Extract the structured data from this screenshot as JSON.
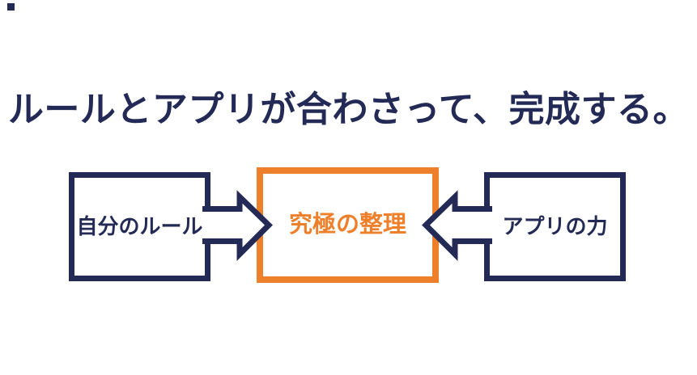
{
  "title": "ルールとアプリが合わさって、完成する。",
  "colors": {
    "navy": "#232a55",
    "orange": "#ee7f2b",
    "background": "#ffffff"
  },
  "diagram": {
    "left_box": {
      "label": "自分のルール"
    },
    "center_box": {
      "label": "究極の整理"
    },
    "right_box": {
      "label": "アプリの力"
    },
    "left_arrow": {
      "direction": "right",
      "style": "outlined-block-arrow"
    },
    "right_arrow": {
      "direction": "left",
      "style": "outlined-block-arrow"
    }
  }
}
